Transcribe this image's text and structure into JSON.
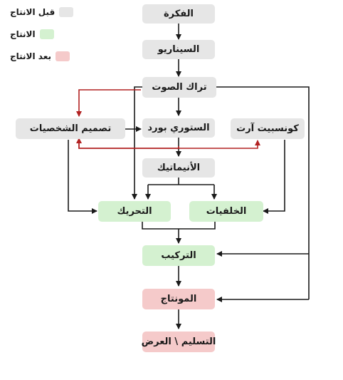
{
  "legend": {
    "pre_label": "قبل الانتاج",
    "prod_label": "الانتاج",
    "post_label": "بعد الانتاج"
  },
  "nodes": {
    "idea": "الفكرة",
    "script": "السيناريو",
    "soundtrack": "تراك الصوت",
    "character_design": "تصميم الشخصيات",
    "storyboard": "الستوري بورد",
    "concept_art": "كونسبيت آرت",
    "animatic": "الأنيماتيك",
    "animation": "التحريك",
    "backgrounds": "الخلفيات",
    "compositing": "التركيب",
    "editing": "المونتاج",
    "delivery": "التسليم \\ العرض"
  },
  "colors": {
    "pre_production": "#e6e6e6",
    "production": "#d4f1d0",
    "post_production": "#f5caca",
    "arrow": "#1a1a1a",
    "feedback_arrow": "#b22222"
  }
}
